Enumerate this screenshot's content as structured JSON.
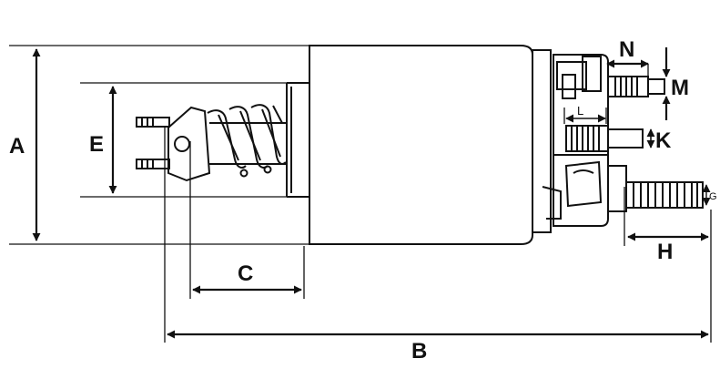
{
  "diagram": {
    "dimension_labels": {
      "a": "A",
      "b": "B",
      "c": "C",
      "e": "E",
      "g": "G",
      "h": "H",
      "k": "K",
      "l": "L",
      "m": "M",
      "n": "N"
    }
  }
}
